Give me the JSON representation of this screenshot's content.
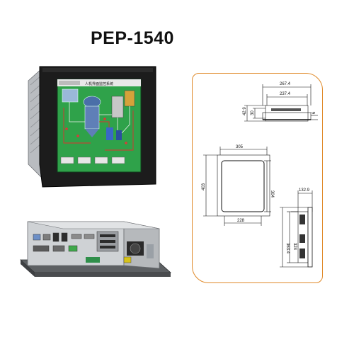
{
  "title": "PEP-1540",
  "screen": {
    "header": "人机界面监控系统"
  },
  "dimensions": {
    "top_overall_width": "267.4",
    "top_inner_width": "237.4",
    "top_height": "42.9",
    "top_depth": "30",
    "top_tab": "6",
    "front_width": "305",
    "front_height": "403",
    "front_inner_height": "304",
    "front_bottom_width": "228",
    "side_depth": "132.9",
    "side_inner_height": "324",
    "side_overall_height": "363.4"
  },
  "colors": {
    "frame_accent": "#e08a2a",
    "screen_background": "#2fa24a",
    "panel_black": "#1c1c1c"
  }
}
